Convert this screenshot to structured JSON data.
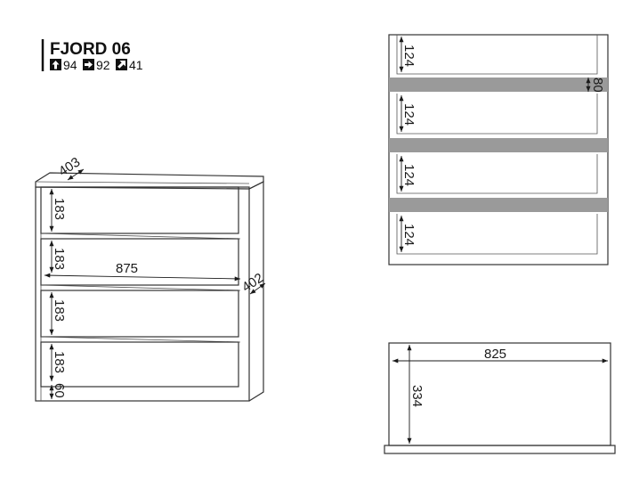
{
  "title": "FJORD 06",
  "specs": [
    {
      "icon": "arrow-up-icon",
      "value": "94"
    },
    {
      "icon": "arrow-right-icon",
      "value": "92"
    },
    {
      "icon": "arrow-diagonal-icon",
      "value": "41"
    }
  ],
  "front_view": {
    "depth_top": "403",
    "width": "875",
    "depth_side": "402",
    "drawer_heights": [
      "183",
      "183",
      "183",
      "183"
    ],
    "plinth": "60"
  },
  "drawer_section": {
    "drawer_inner": [
      "124",
      "124",
      "124",
      "124"
    ],
    "gap": "80"
  },
  "top_view": {
    "inner_width": "825",
    "inner_depth": "334"
  }
}
